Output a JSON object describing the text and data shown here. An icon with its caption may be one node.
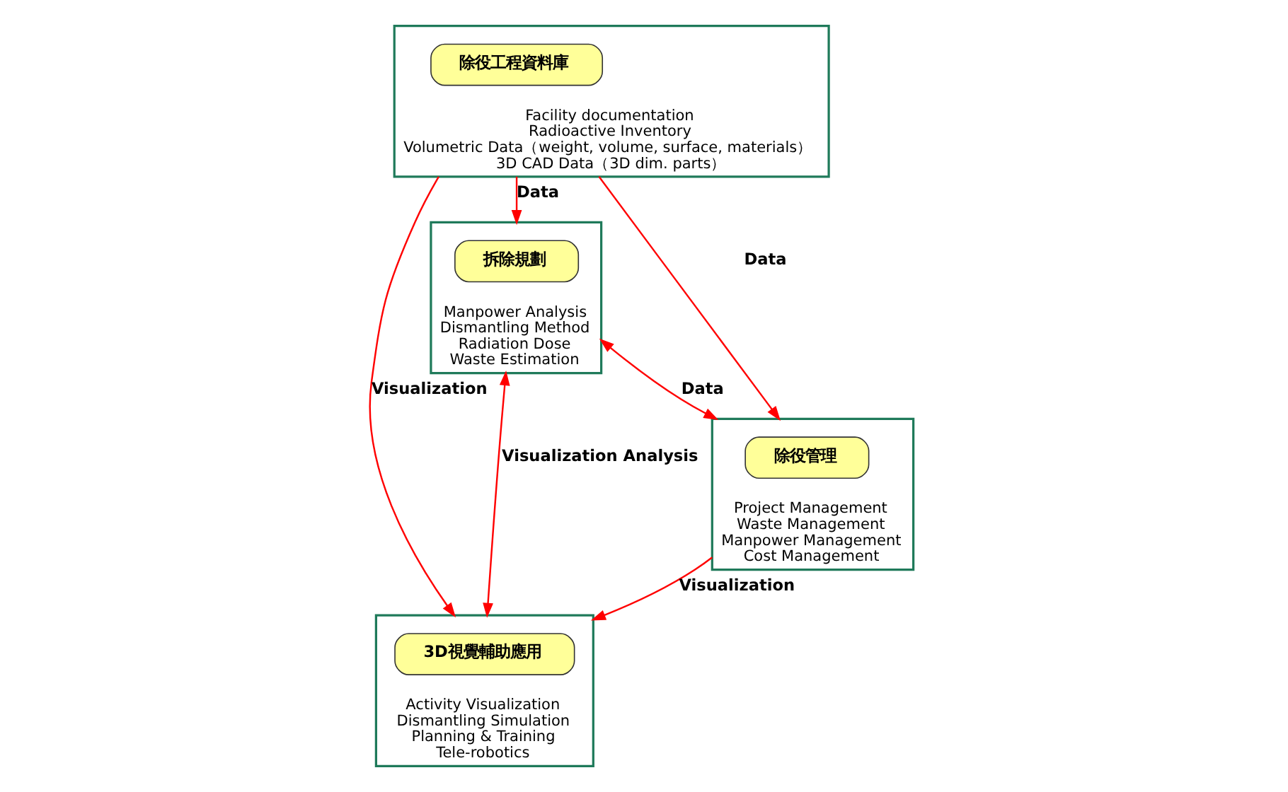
{
  "diagram": {
    "nodes": [
      {
        "text": [
          "Facility documentation",
          "Radioactive Inventory",
          "Volumetric Data（weight, volume, surface, materials）",
          "3D CAD Data（3D dim. parts）"
        ]
      },
      {
        "text": [
          "除役工程資料庫"
        ],
        "in": 0
      },
      {
        "text": [
          "Manpower Analysis",
          "Dismantling Method",
          "Radiation Dose",
          "Waste Estimation"
        ]
      },
      {
        "text": [
          "拆除規劃"
        ],
        "in": 2
      },
      {
        "text": [
          "Activity Visualization",
          "Dismantling Simulation",
          "Planning & Training",
          "Tele-robotics"
        ]
      },
      {
        "text": [
          "3D視覺輔助應用"
        ],
        "in": 4
      },
      {
        "text": [
          "Project Management",
          "Waste Management",
          "Manpower Management",
          "Cost Management"
        ]
      },
      {
        "text": [
          "除役管理"
        ],
        "in": 6
      }
    ],
    "edges": [
      {
        "from": 0,
        "to": 2,
        "arrow": "to",
        "label": "Data"
      },
      {
        "from": 0,
        "to": 4,
        "arrow": "to",
        "label": "Visualization"
      },
      {
        "from": 0,
        "to": 6,
        "arrow": "to",
        "label": "Data"
      },
      {
        "from": 2,
        "to": 4,
        "arrow": "both",
        "label": "Visualization Analysis"
      },
      {
        "from": 2,
        "to": 6,
        "arrow": "both",
        "label": "Data"
      },
      {
        "from": 6,
        "to": 4,
        "arrow": "to",
        "label": "Visualization"
      }
    ]
  }
}
